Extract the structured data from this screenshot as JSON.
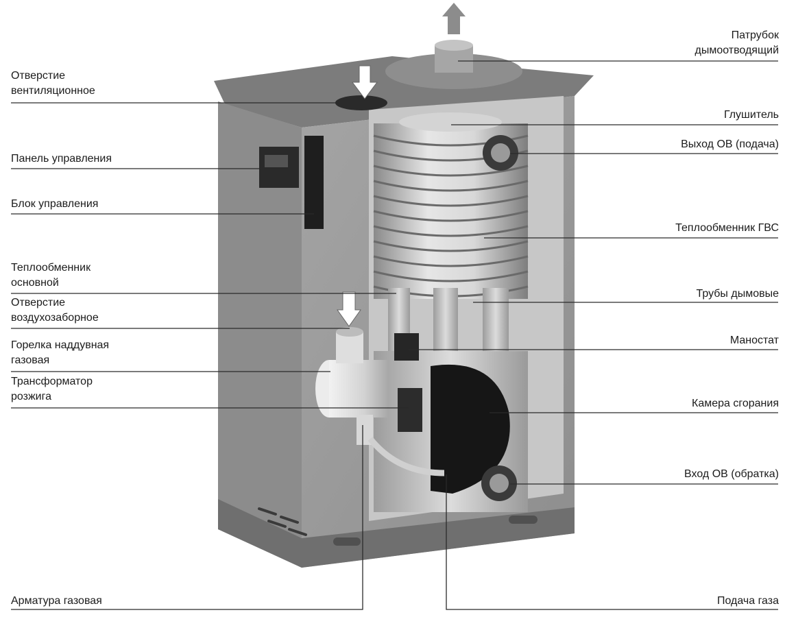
{
  "colors": {
    "leader": "#2a2a2a",
    "casing": "#9a9a9a",
    "casing_dark": "#6e6e6e",
    "interior": "#c4c4c4",
    "chamber": "#161616",
    "arrow": "#ffffff",
    "arrow_exhaust": "#8c8c8c"
  },
  "labels": {
    "flue_pipe": [
      "Патрубок",
      "дымоотводящий"
    ],
    "vent_opening": [
      "Отверстие",
      "вентиляционное"
    ],
    "muffler": [
      "Глушитель"
    ],
    "heating_outlet": [
      "Выход ОВ (подача)"
    ],
    "control_panel": [
      "Панель управления"
    ],
    "control_unit": [
      "Блок управления"
    ],
    "dhw_exchanger": [
      "Теплообменник ГВС"
    ],
    "main_exchanger": [
      "Теплообменник",
      "основной"
    ],
    "air_intake": [
      "Отверстие",
      "воздухозаборное"
    ],
    "flue_tubes": [
      "Трубы дымовые"
    ],
    "burner": [
      "Горелка наддувная",
      "газовая"
    ],
    "manostat": [
      "Маностат"
    ],
    "ignition_transformer": [
      "Трансформатор",
      "розжига"
    ],
    "combustion_chamber": [
      "Камера сгорания"
    ],
    "heating_inlet": [
      "Вход ОВ (обратка)"
    ],
    "gas_valve": [
      "Арматура газовая"
    ],
    "gas_supply": [
      "Подача газа"
    ]
  }
}
